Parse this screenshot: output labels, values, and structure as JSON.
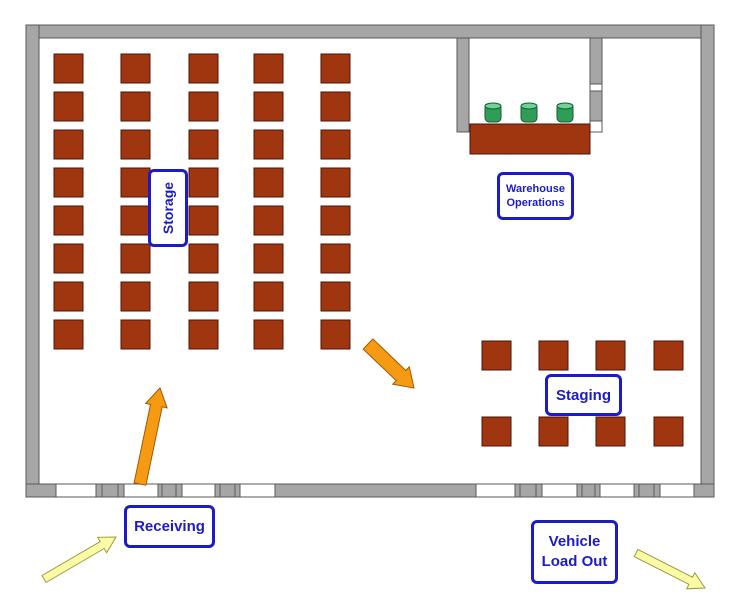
{
  "labels": {
    "storage": "Storage",
    "warehouse_operations": "Warehouse\nOperations",
    "staging": "Staging",
    "receiving": "Receiving",
    "vehicle_load_out": "Vehicle\nLoad Out"
  },
  "colors": {
    "wall": "#a6a6a6",
    "wall_outline": "#595959",
    "pallet": "#a0360f",
    "pallet_outline": "#4a1604",
    "desk": "#a0360f",
    "chair": "#2e9e57",
    "label_border": "#1b1bc8",
    "label_text": "#1b1bc8",
    "flow_arrow": "#f59a12",
    "inbound_arrow": "#fbfaa5"
  },
  "icons": {
    "flow": "orange-arrow",
    "inbound": "pale-yellow-arrow",
    "pallet": "square-block",
    "chair": "round-seat"
  }
}
